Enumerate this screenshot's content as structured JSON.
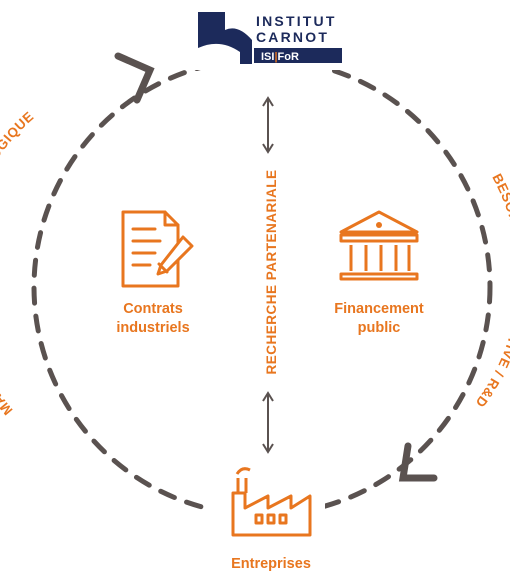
{
  "logo": {
    "line1": "INSTITUT",
    "line2": "CARNOT",
    "badge_part1": "ISI",
    "badge_part2": "FoR"
  },
  "cycle": {
    "left_arc": "MATURATION / TRANSFERT TECHNOLOGIQUE",
    "right_arc": "BESOINS EN PROSPECTIVE / R&D",
    "center_vertical": "RECHERCHE PARTENARIALE"
  },
  "nodes": {
    "contracts": {
      "line1": "Contrats",
      "line2": "industriels",
      "icon": "contract-pen-icon"
    },
    "funding": {
      "line1": "Financement",
      "line2": "public",
      "icon": "bank-building-icon"
    },
    "companies": {
      "label": "Entreprises",
      "icon": "factory-icon"
    }
  },
  "colors": {
    "accent": "#e8761f",
    "navy": "#1c2a5b",
    "dash": "#5a5250"
  }
}
